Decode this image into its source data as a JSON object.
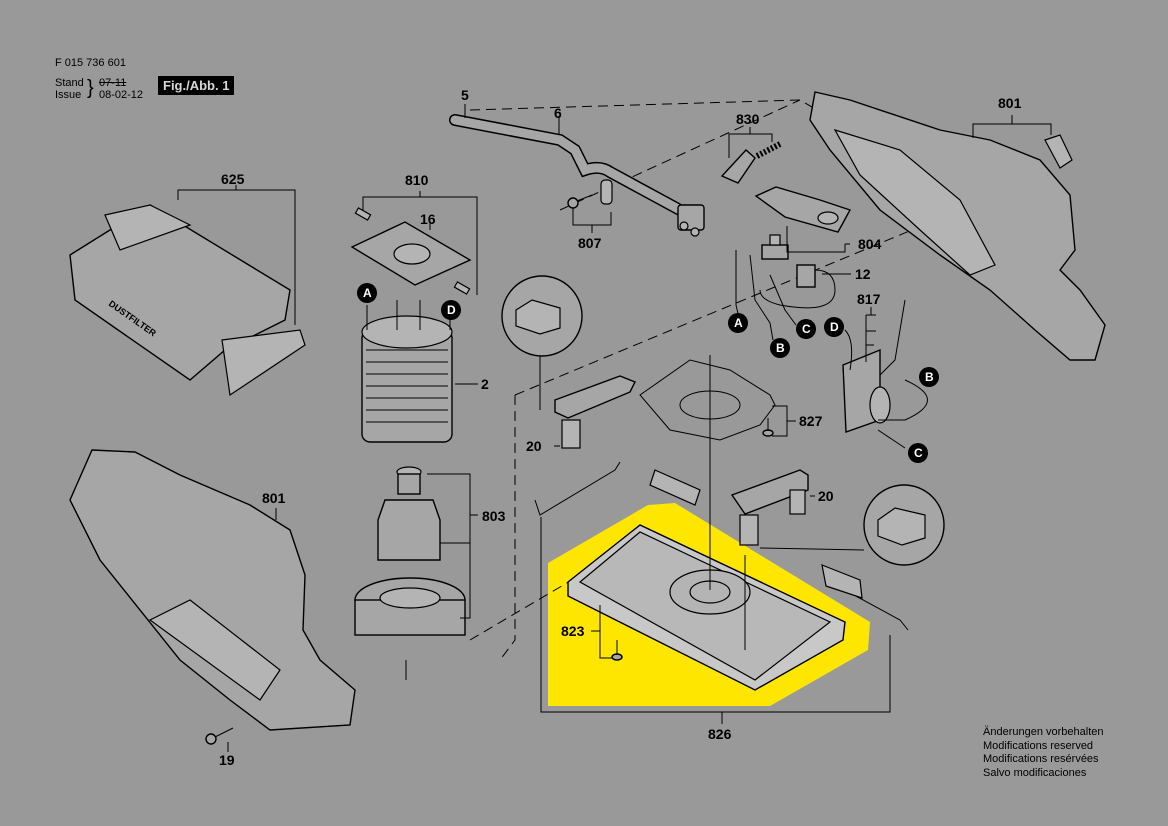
{
  "header": {
    "part_number": "F 015 736 601",
    "stand_label": "Stand",
    "issue_label": "Issue",
    "stand_value_struck": "07-11",
    "issue_value": "08-02-12",
    "figure_badge": "Fig./Abb. 1"
  },
  "highlight_color": "#ffe600",
  "background_color": "#999999",
  "labels": {
    "p5": "5",
    "p6": "6",
    "p625": "625",
    "p810": "810",
    "p16": "16",
    "p2": "2",
    "p807": "807",
    "p830": "830",
    "p804": "804",
    "p12": "12",
    "p817": "817",
    "p801_top": "801",
    "p827": "827",
    "p20_left": "20",
    "p20_right": "20",
    "p803": "803",
    "p801_left": "801",
    "p19": "19",
    "p823": "823",
    "p826": "826"
  },
  "connectors": {
    "a1": "A",
    "d1": "D",
    "a2": "A",
    "b1": "B",
    "c1": "C",
    "d2": "D",
    "b2": "B",
    "c2": "C"
  },
  "notes": [
    "Änderungen vorbehalten",
    "Modifications reserved",
    "Modifications resérvées",
    "Salvo modificaciones"
  ]
}
